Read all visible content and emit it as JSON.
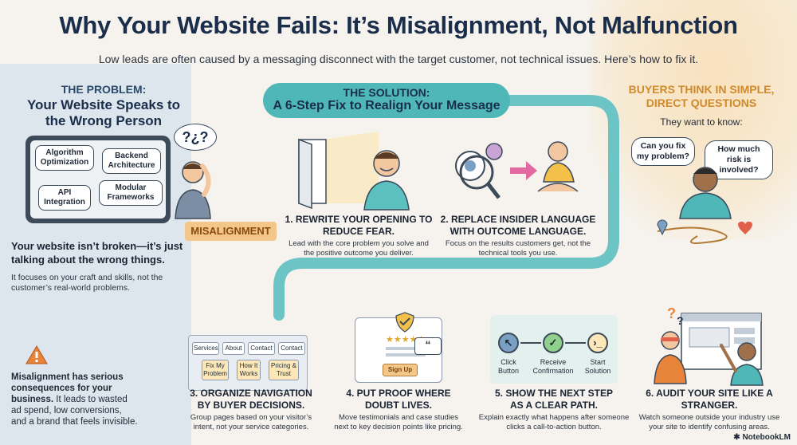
{
  "title": "Why Your Website Fails: It’s Misalignment, Not Malfunction",
  "subtitle": "Low leads are often caused by a messaging disconnect with the target customer, not technical issues. Here’s how to fix it.",
  "problem": {
    "kicker": "THE PROBLEM:",
    "heading": "Your Website Speaks to the Wrong Person",
    "tablet_bubbles": [
      "Algorithm Optimization",
      "Backend Architecture",
      "API Integration",
      "Modular Frameworks"
    ],
    "thought": "?¿?",
    "misalignment_label": "MISALIGNMENT",
    "bold_statement": "Your website isn’t broken—it’s just talking about the wrong things.",
    "detail": "It focuses on your craft and skills, not the customer’s real-world problems.",
    "consequence_bold": "Misalignment has serious consequences for your business.",
    "consequence_rest": " It leads to wasted ad spend, low conversions, and a brand that feels invisible."
  },
  "solution": {
    "kicker": "THE SOLUTION:",
    "heading": "A 6-Step Fix to Realign Your Message"
  },
  "steps": [
    {
      "title": "1. REWRITE YOUR OPENING TO REDUCE FEAR.",
      "desc": "Lead with the core problem you solve and the positive outcome you deliver."
    },
    {
      "title": "2. REPLACE INSIDER LANGUAGE WITH OUTCOME LANGUAGE.",
      "desc": "Focus on the results customers get, not the technical tools you use."
    },
    {
      "title": "3. ORGANIZE NAVIGATION BY BUYER DECISIONS.",
      "desc": "Group pages based on your visitor’s intent, not your service categories."
    },
    {
      "title": "4. PUT PROOF WHERE DOUBT LIVES.",
      "desc": "Move testimonials and case studies next to key decision points like pricing."
    },
    {
      "title": "5. SHOW THE NEXT STEP AS A CLEAR PATH.",
      "desc": "Explain exactly what happens after someone clicks a call-to-action button."
    },
    {
      "title": "6. AUDIT YOUR SITE LIKE A STRANGER.",
      "desc": "Watch someone outside your industry use your site to identify confusing areas."
    }
  ],
  "nav_demo": {
    "top": [
      "Services",
      "About",
      "Contact",
      "Contact"
    ],
    "sub": [
      "Fix My Problem",
      "How It Works",
      "Pricing & Trust"
    ]
  },
  "proof_demo": {
    "cta": "Sign Up",
    "stars": "★★★★★"
  },
  "flow_demo": [
    "Click Button",
    "Receive Confirmation",
    "Start Solution"
  ],
  "buyers": {
    "heading": "BUYERS THINK IN SIMPLE, DIRECT QUESTIONS",
    "want": "They want to know:",
    "q1": "Can you fix my problem?",
    "q2": "How much risk is involved?"
  },
  "brand": "NotebookLM",
  "colors": {
    "teal": "#4fb7b7",
    "orange": "#f3c78a",
    "navy": "#1a2d4a"
  }
}
